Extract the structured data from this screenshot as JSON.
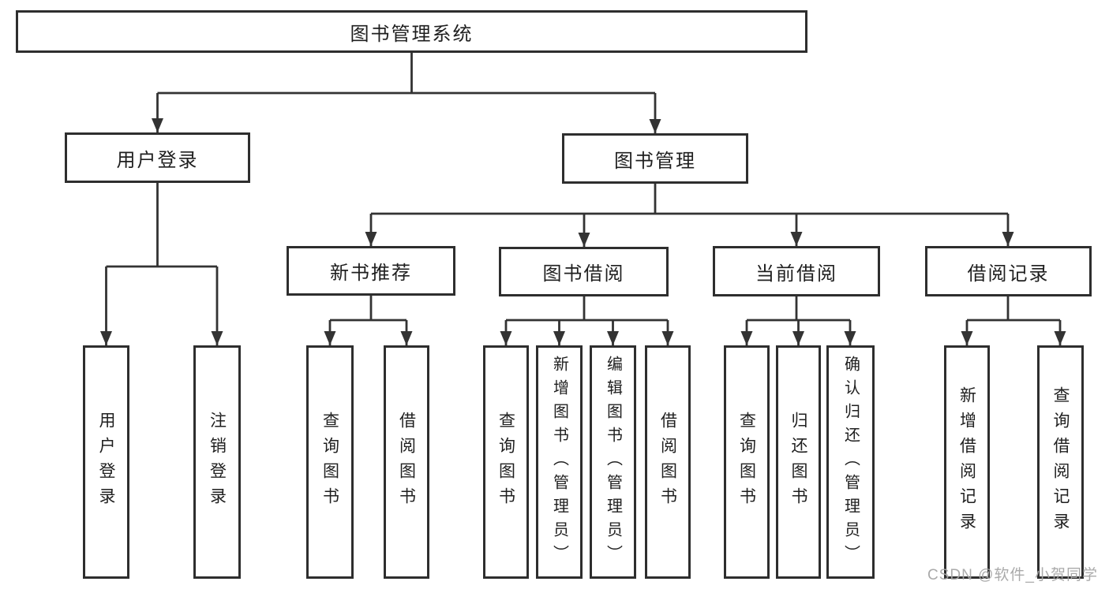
{
  "colors": {
    "background": "#ffffff",
    "line": "#333333",
    "box_border": "#2e2e2e",
    "text": "#1f1f1f",
    "watermark": "#a5a5a5"
  },
  "watermark": {
    "text": "CSDN @软件_小贺同学"
  },
  "diagram": {
    "type": "hierarchy",
    "root": {
      "label": "图书管理系统"
    },
    "branches": [
      {
        "label": "用户登录",
        "children": [
          {
            "label": "用户登录"
          },
          {
            "label": "注销登录"
          }
        ]
      },
      {
        "label": "图书管理",
        "children": [
          {
            "label": "新书推荐",
            "children": [
              {
                "label": "查询图书"
              },
              {
                "label": "借阅图书"
              }
            ]
          },
          {
            "label": "图书借阅",
            "children": [
              {
                "label": "查询图书"
              },
              {
                "label": "新增图书（管理员）"
              },
              {
                "label": "编辑图书（管理员）"
              },
              {
                "label": "借阅图书"
              }
            ]
          },
          {
            "label": "当前借阅",
            "children": [
              {
                "label": "查询图书"
              },
              {
                "label": "归还图书"
              },
              {
                "label": "确认归还（管理员）"
              }
            ]
          },
          {
            "label": "借阅记录",
            "children": [
              {
                "label": "新增借阅记录"
              },
              {
                "label": "查询借阅记录"
              }
            ]
          }
        ]
      }
    ]
  }
}
